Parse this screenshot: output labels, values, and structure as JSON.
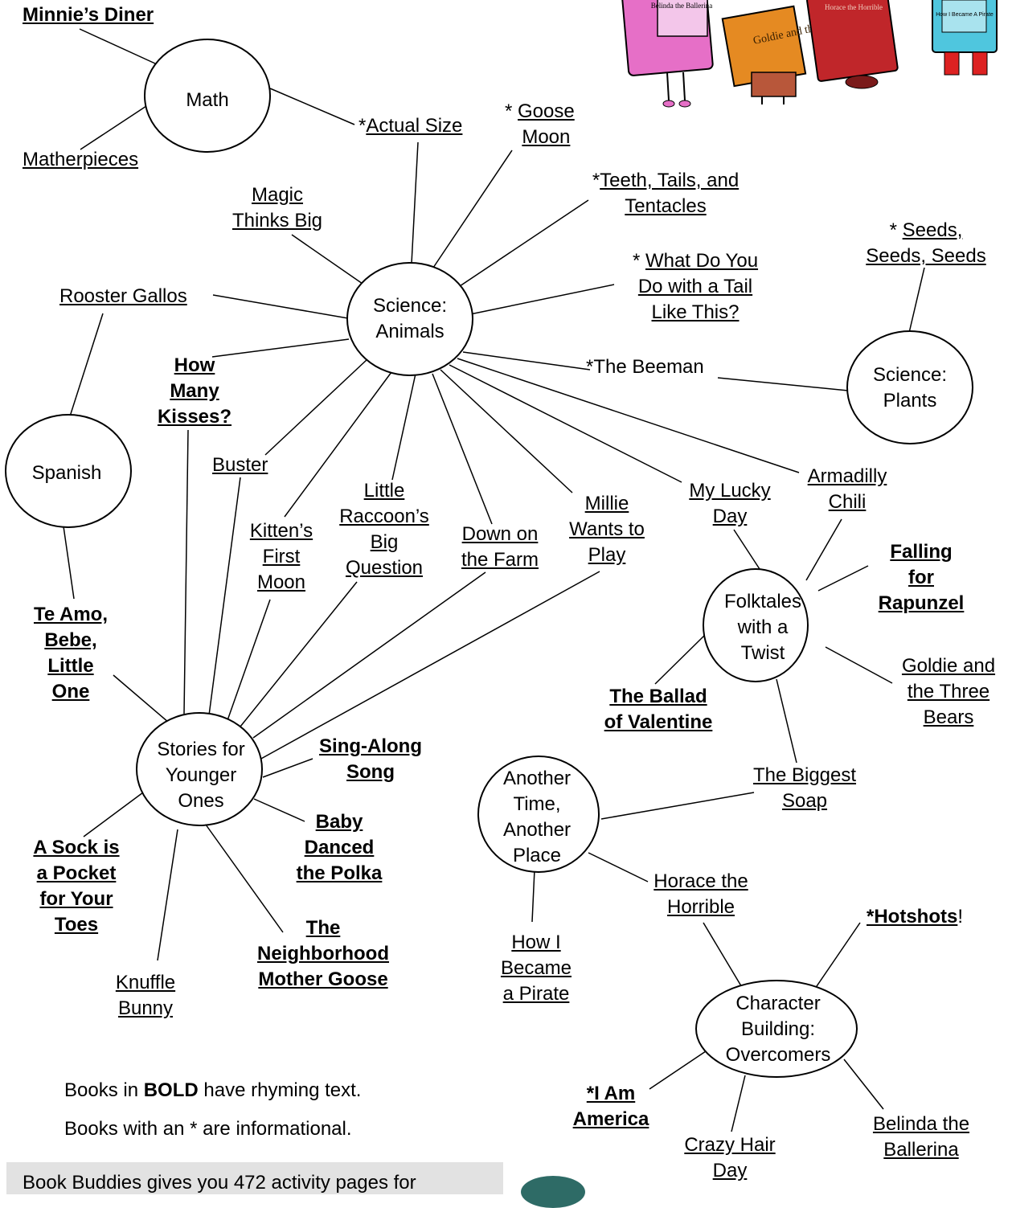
{
  "hubs": {
    "math": "Math",
    "spanish": "Spanish",
    "science_animals": "Science:\nAnimals",
    "science_plants": "Science:\nPlants",
    "stories": "Stories for\nYounger\nOnes",
    "folktales": "Folktales\nwith a\nTwist",
    "another_time": "Another\nTime,\nAnother\nPlace",
    "character": "Character\nBuilding:\nOvercomers"
  },
  "books": {
    "minnies_diner": "Minnie’s Diner",
    "matherpieces": "Matherpieces",
    "actual_size_pre": "*",
    "actual_size": "Actual Size",
    "goose_moon_pre": "* ",
    "goose_moon": "Goose\nMoon",
    "teeth_pre": "*",
    "teeth_l1": "Teeth, Tails, and",
    "teeth_l2": "Tentacles",
    "magic": "Magic\nThinks Big",
    "seeds_pre": "* ",
    "seeds_l1": "Seeds,",
    "seeds_l2": "Seeds, Seeds",
    "tail_pre": "* ",
    "tail_l1": "What Do You",
    "tail_l2": "Do with a Tail\nLike This?",
    "rooster": "Rooster Gallos",
    "beeman": "*The Beeman",
    "kisses": "How\nMany\nKisses?",
    "buster": "Buster",
    "raccoon": "Little\nRaccoon’s\nBig\nQuestion",
    "kitten": "Kitten’s\nFirst\nMoon",
    "farm": "Down on\nthe Farm",
    "millie": "Millie\nWants to\nPlay",
    "lucky_day": "My Lucky\nDay",
    "armadilly": "Armadilly\nChili",
    "rapunzel": "Falling\nfor\nRapunzel",
    "te_amo": "Te Amo,\nBebe,\nLittle\nOne",
    "valentine": "The Ballad\nof Valentine",
    "goldie": "Goldie and\nthe Three\nBears",
    "singalong": "Sing-Along\nSong",
    "biggest_soap": "The Biggest\nSoap",
    "polka": "Baby\nDanced\nthe Polka",
    "sock": "A Sock is\na Pocket\nfor Your\nToes",
    "horace": "Horace the\nHorrible",
    "neighborhood": "The\nNeighborhood\nMother Goose",
    "hotshots": "*Hotshots",
    "hotshots_post": "!",
    "pirate": "How I\nBecame\na Pirate",
    "knuffle": "Knuffle\nBunny",
    "america": "*I Am\nAmerica",
    "crazy_hair": "Crazy Hair\nDay",
    "belinda": "Belinda the\nBallerina"
  },
  "legend": {
    "bold_pre": "Books in ",
    "bold_word": "BOLD",
    "bold_post": " have rhyming text.",
    "star": "Books with an * are informational."
  },
  "promo": "Book Buddies gives you 472 activity pages for",
  "colors": {
    "promo_bg": "#e2e2e2",
    "bubble": "#2e6b66"
  },
  "book_images": [
    "Belinda the Ballerina",
    "Goldie and the Three Bears",
    "Horace the Horrible",
    "How I Became A Pirate"
  ]
}
